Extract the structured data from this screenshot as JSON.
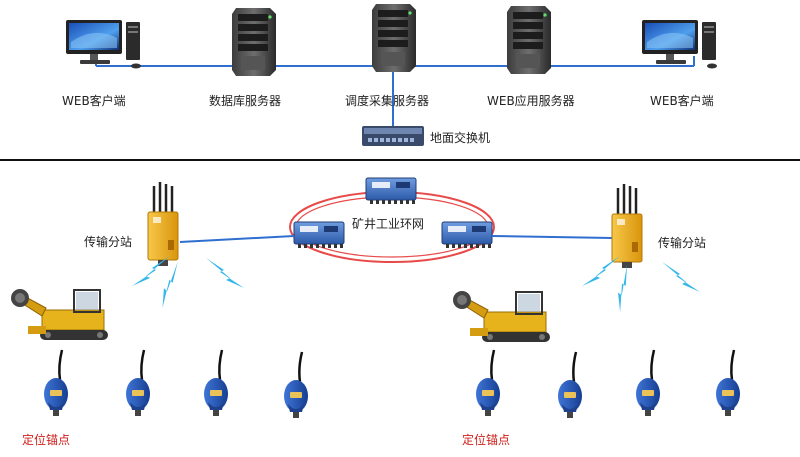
{
  "top_nodes": [
    {
      "id": "web-client-1",
      "label": "WEB客户端",
      "kind": "pc"
    },
    {
      "id": "db-server",
      "label": "数据库服务器",
      "kind": "server"
    },
    {
      "id": "dispatch-server",
      "label": "调度采集服务器",
      "kind": "server"
    },
    {
      "id": "web-app-server",
      "label": "WEB应用服务器",
      "kind": "server"
    },
    {
      "id": "web-client-2",
      "label": "WEB客户端",
      "kind": "pc"
    }
  ],
  "ground_switch": {
    "label": "地面交换机"
  },
  "ring": {
    "label": "矿井工业环网"
  },
  "stations": [
    {
      "label": "传输分站"
    },
    {
      "label": "传输分站"
    }
  ],
  "anchor_label_left": "定位锚点",
  "anchor_label_right": "定位锚点",
  "colors": {
    "line": "#2f6fd0",
    "ring": "#e84a4a",
    "switch": "#4a7cc9",
    "station": "#f2b21c",
    "anchor": "#2d5fc2",
    "signal": "#35b7ea",
    "machine": "#e7b31c",
    "divider": "#111111"
  }
}
